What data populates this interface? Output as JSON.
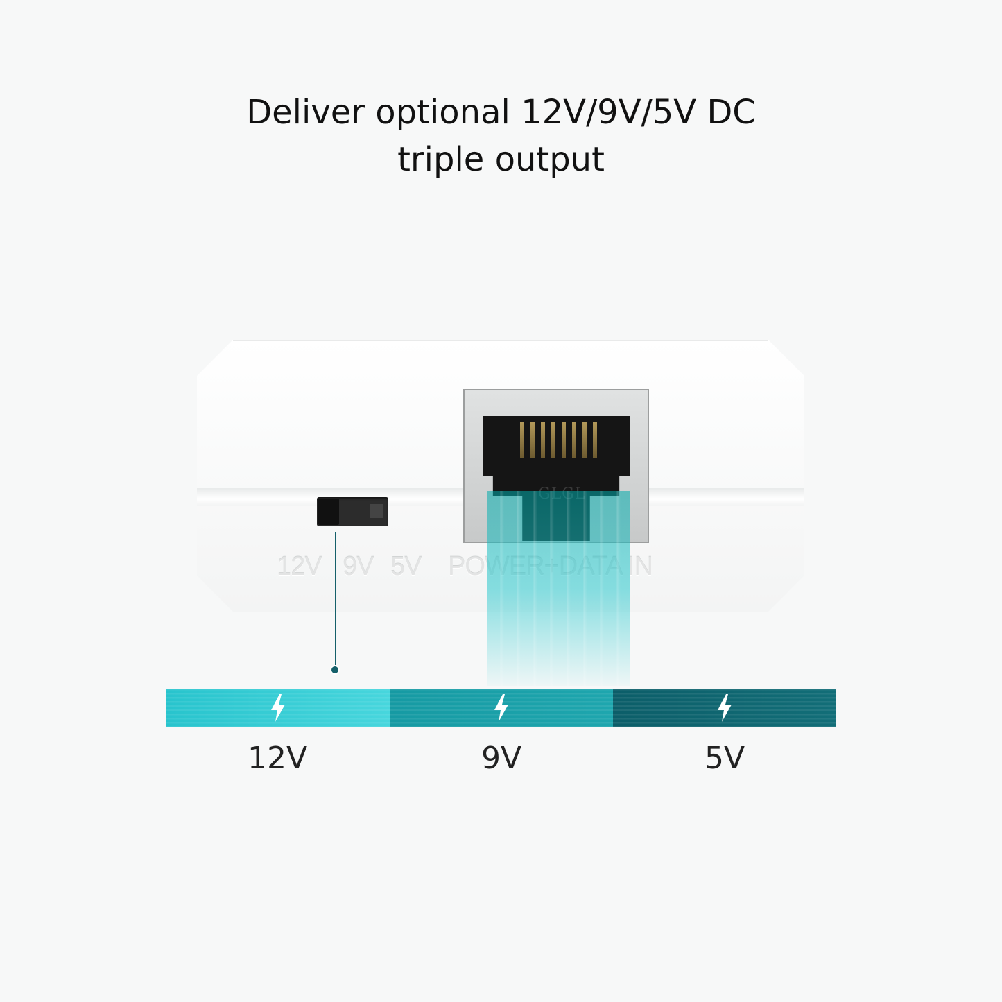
{
  "headline": {
    "line1": "Deliver optional 12V/9V/5V DC",
    "line2": "triple output"
  },
  "device": {
    "switch_labels": [
      "12V",
      "9V",
      "5V"
    ],
    "port_label": "POWER+DATA IN",
    "port_chip_text": "GLGL"
  },
  "voltage_options": [
    {
      "label": "12V",
      "icon": "lightning-bolt-icon",
      "color": "#3ccfd6"
    },
    {
      "label": "9V",
      "icon": "lightning-bolt-icon",
      "color": "#1aa0a8"
    },
    {
      "label": "5V",
      "icon": "lightning-bolt-icon",
      "color": "#0e6570"
    }
  ],
  "colors": {
    "background": "#f7f8f8",
    "pointer": "#15606a",
    "glow": "#3ad0d6"
  }
}
